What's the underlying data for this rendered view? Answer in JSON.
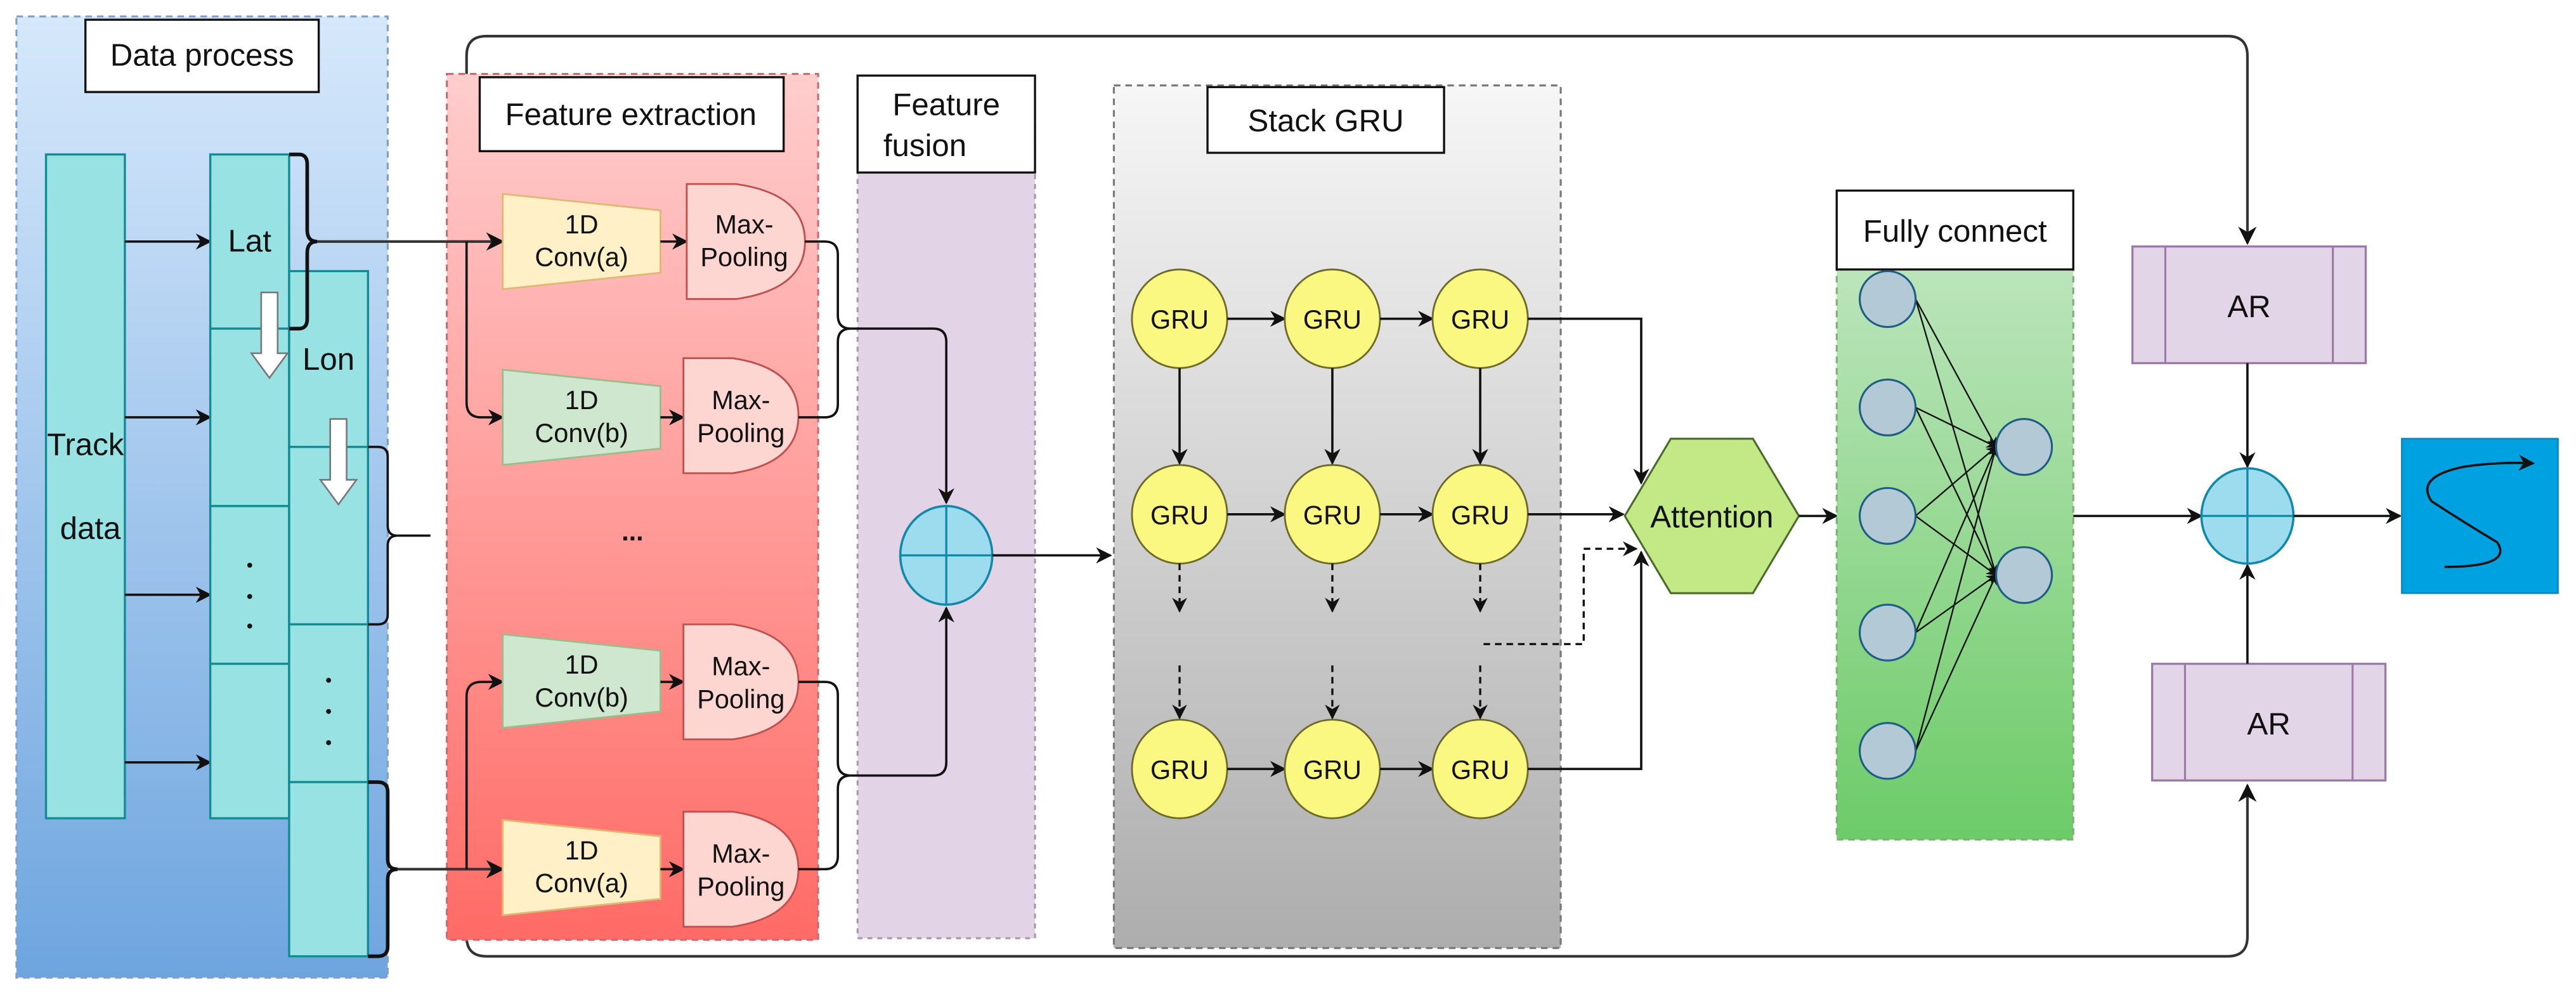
{
  "figure": {
    "type": "architecture-diagram",
    "panels": {
      "data_process": {
        "title": "Data process",
        "track_label_line1": "Track",
        "track_label_line2": "data",
        "lat_label": "Lat",
        "lon_label": "Lon",
        "ellipsis": "·"
      },
      "feature_extraction": {
        "title": "Feature extraction",
        "conv_a_line1": "1D",
        "conv_a_line2": "Conv(a)",
        "conv_b_line1": "1D",
        "conv_b_line2": "Conv(b)",
        "maxpool_line1": "Max-",
        "maxpool_line2": "Pooling",
        "ellipsis": "..."
      },
      "feature_fusion": {
        "title_line1": "Feature",
        "title_line2": "fusion"
      },
      "stack_gru": {
        "title": "Stack GRU",
        "cell_label": "GRU",
        "rows": 3,
        "cols": 3
      },
      "attention": {
        "label": "Attention"
      },
      "fully_connect": {
        "title": "Fully connect",
        "input_neurons": 5,
        "output_neurons": 2
      },
      "autoregressive": {
        "top_label": "AR",
        "bottom_label": "AR"
      },
      "output": {
        "icon": "trajectory-curve-icon"
      }
    },
    "colors": {
      "data_process_bg_top": "#d4e6fa",
      "data_process_bg_bottom": "#6fa6e0",
      "feature_extraction_bg_top": "#ffcccc",
      "feature_extraction_bg_bottom": "#ff6a66",
      "feature_fusion_bg": "#e2d3e5",
      "stack_gru_bg_top": "#f5f5f5",
      "stack_gru_bg_bottom": "#b0b0b0",
      "fully_connect_bg_top": "#c4e7c4",
      "fully_connect_bg_bottom": "#6fcc6a",
      "attention_fill": "#c2e985",
      "output_fill": "#00a1e0",
      "gru_fill": "#fbf882",
      "column_fill": "#99e2e4"
    }
  }
}
